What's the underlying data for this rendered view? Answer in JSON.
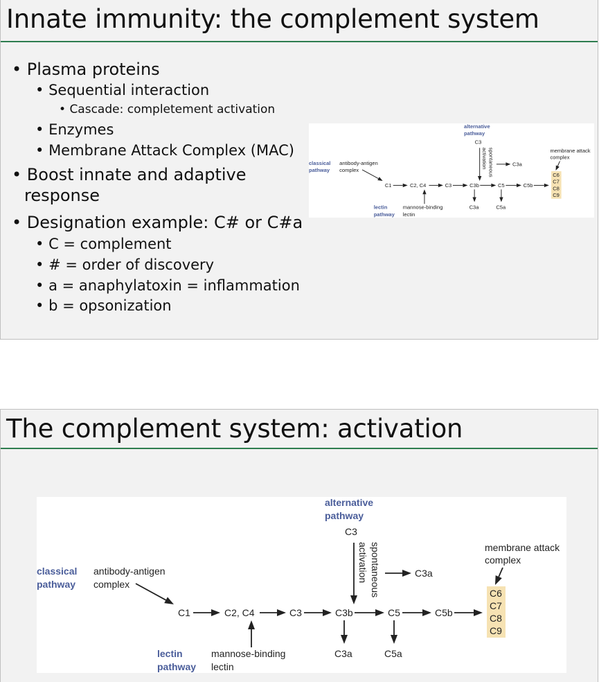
{
  "slide1": {
    "title": "Innate immunity: the complement system",
    "bullets": [
      {
        "text": "Plasma proteins"
      },
      {
        "text": "Sequential interaction"
      },
      {
        "text": "Cascade: completement activation"
      },
      {
        "text": "Enzymes"
      },
      {
        "text": "Membrane Attack Complex (MAC)"
      },
      {
        "text": "Boost innate and adaptive"
      },
      {
        "text": "response"
      },
      {
        "text": "Designation example: C# or C#a"
      },
      {
        "text": "C = complement"
      },
      {
        "text": "#  = order of discovery"
      },
      {
        "text": "a = anaphylatoxin = inflammation"
      },
      {
        "text": "b = opsonization"
      }
    ]
  },
  "slide2": {
    "title": "The complement system: activation"
  },
  "diagram": {
    "alternative_pathway_line1": "alternative",
    "alternative_pathway_line2": "pathway",
    "classical_pathway_line1": "classical",
    "classical_pathway_line2": "pathway",
    "lectin_pathway_line1": "lectin",
    "lectin_pathway_line2": "pathway",
    "antibody_antigen_line1": "antibody-antigen",
    "antibody_antigen_line2": "complex",
    "mannose_binding_line1": "mannose-binding",
    "mannose_binding_line2": "lectin",
    "spontaneous_line1": "spontaneous",
    "spontaneous_line2": "activation",
    "mac_line1": "membrane attack",
    "mac_line2": "complex",
    "c3_top": "C3",
    "c3a_side": "C3a",
    "c1": "C1",
    "c2c4": "C2, C4",
    "c3": "C3",
    "c3b": "C3b",
    "c5": "C5",
    "c5b": "C5b",
    "c3a_bottom": "C3a",
    "c5a_bottom": "C5a",
    "c6": "C6",
    "c7": "C7",
    "c8": "C8",
    "c9": "C9",
    "colors": {
      "pathway_label": "#4a5d9a",
      "mac_box": "#f6e2b3",
      "title_rule": "#2e7d4f"
    }
  }
}
